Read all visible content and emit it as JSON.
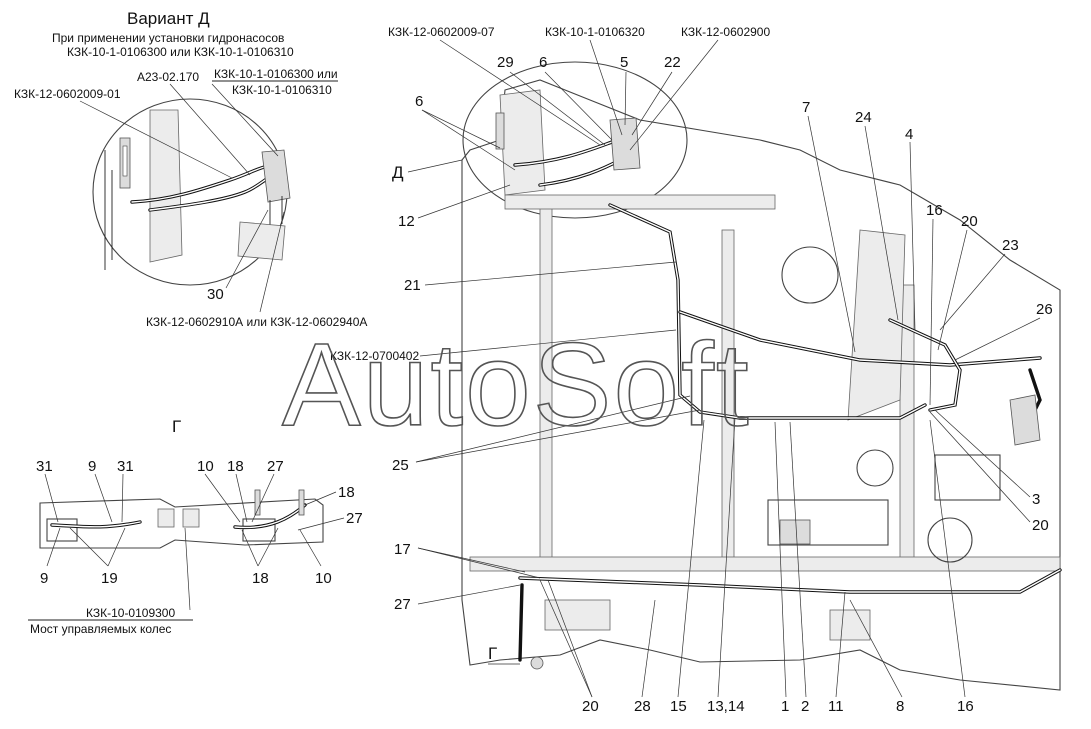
{
  "variant": {
    "title": "Вариант Д",
    "subtitle_line1": "При применении установки гидронасосов",
    "subtitle_line2": "КЗК-10-1-0106300 или КЗК-10-1-0106310"
  },
  "detail_labels": {
    "code_a": "КЗК-12-0602009-01",
    "code_b": "А23-02.170",
    "code_c_line1": "КЗК-10-1-0106300 или",
    "code_c_line2": "КЗК-10-1-0106310",
    "num_30": "30",
    "code_d": "КЗК-12-0602910А или КЗК-12-0602940А"
  },
  "view_letters": {
    "g": "Г",
    "d": "Д",
    "g_arrow": "Г"
  },
  "main_top_codes": {
    "c1": "КЗК-12-0602009-07",
    "c2": "КЗК-10-1-0106320",
    "c3": "КЗК-12-0602900",
    "c4": "КЗК-12-0700402"
  },
  "main_numbers": {
    "n29": "29",
    "n6a": "6",
    "n5": "5",
    "n22": "22",
    "n7": "7",
    "n24": "24",
    "n4": "4",
    "n6b": "6",
    "n12": "12",
    "n16a": "16",
    "n20a": "20",
    "n23": "23",
    "n21": "21",
    "n26": "26",
    "n25": "25",
    "n3": "3",
    "n20b": "20",
    "n17": "17",
    "n27": "27",
    "n20c": "20",
    "n28": "28",
    "n15": "15",
    "n1314": "13,14",
    "n1": "1",
    "n2": "2",
    "n11": "11",
    "n8": "8",
    "n16b": "16"
  },
  "axle_view": {
    "n31a": "31",
    "n9a": "9",
    "n31b": "31",
    "n10a": "10",
    "n18a": "18",
    "n27": "27",
    "n18b": "18",
    "n27b": "27",
    "n9b": "9",
    "n19": "19",
    "n18c": "18",
    "n10b": "10",
    "code": "КЗК-10-0109300",
    "caption": "Мост управляемых колес"
  },
  "watermark": "AutoSoft"
}
